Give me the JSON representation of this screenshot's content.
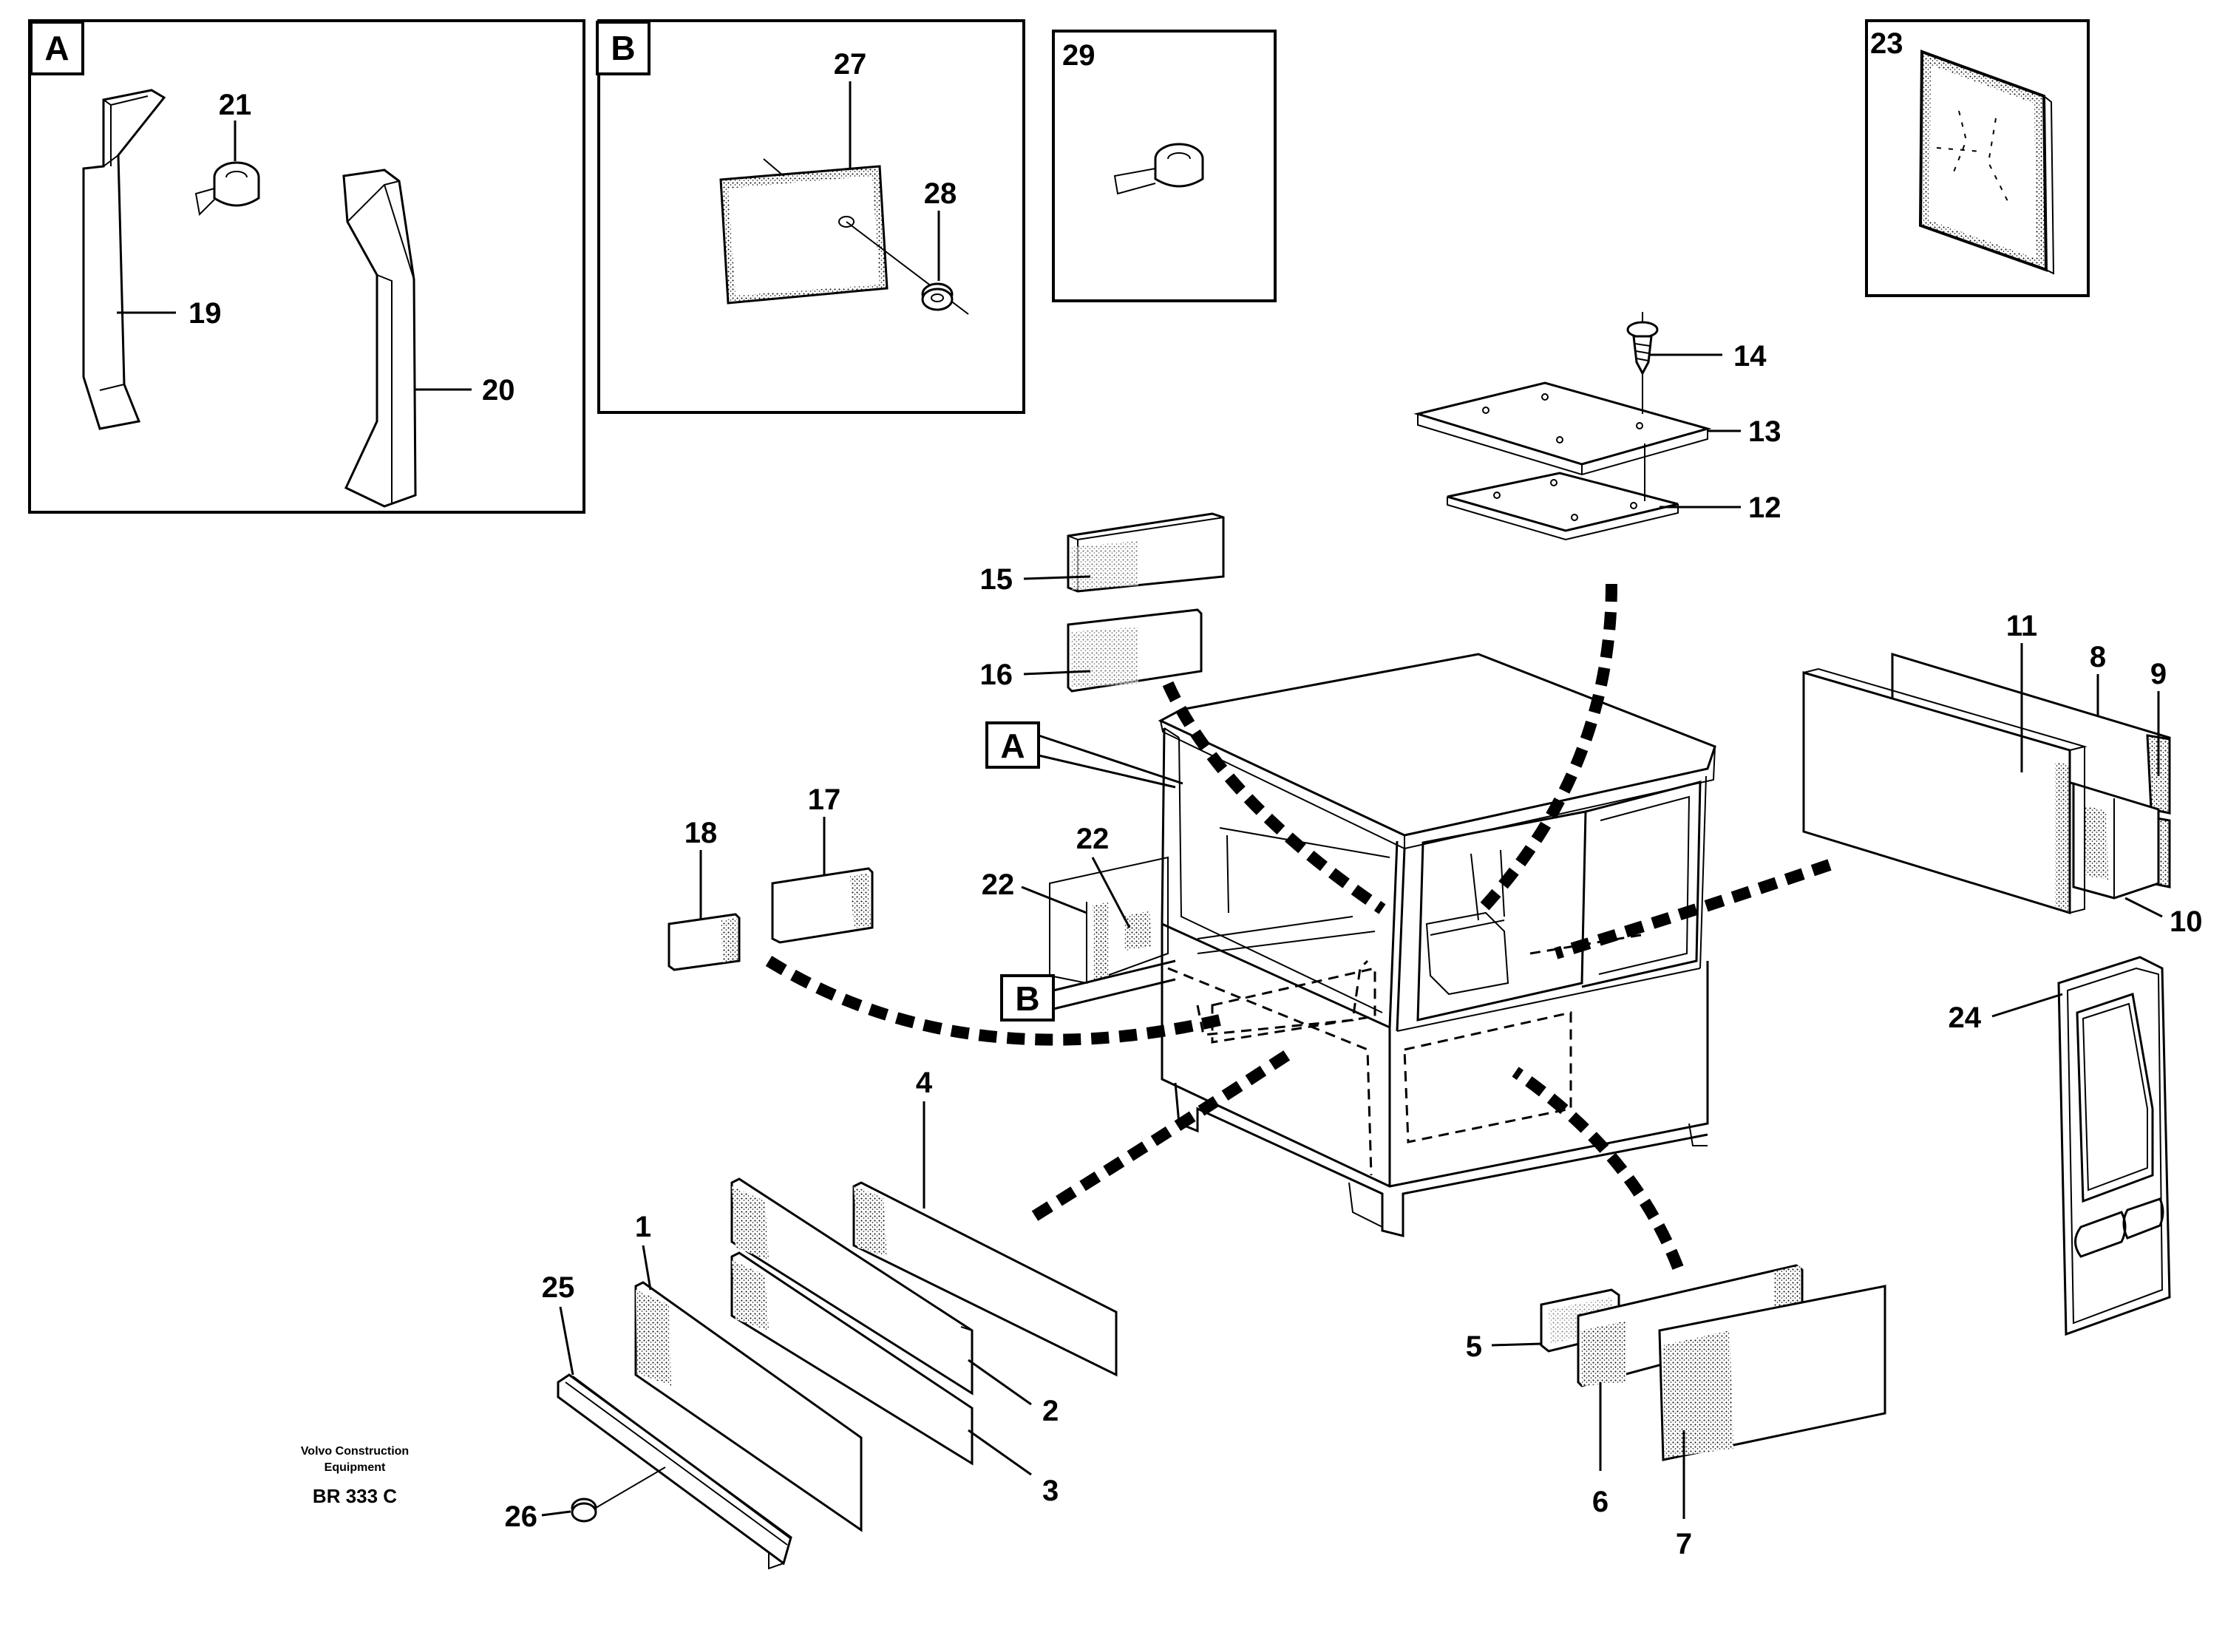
{
  "detail_boxes": {
    "a": {
      "label": "A"
    },
    "b": {
      "label": "B"
    },
    "c": {
      "label": "29"
    },
    "d": {
      "label": "23"
    }
  },
  "callouts": {
    "a_main": "A",
    "b_main": "B"
  },
  "parts": {
    "p1": "1",
    "p2": "2",
    "p3": "3",
    "p4": "4",
    "p5": "5",
    "p6": "6",
    "p7": "7",
    "p8": "8",
    "p9": "9",
    "p10": "10",
    "p11": "11",
    "p12": "12",
    "p13": "13",
    "p14": "14",
    "p15": "15",
    "p16": "16",
    "p17": "17",
    "p18": "18",
    "p19": "19",
    "p20": "20",
    "p21": "21",
    "p22a": "22",
    "p22b": "22",
    "p24": "24",
    "p25": "25",
    "p26": "26",
    "p27": "27",
    "p28": "28"
  },
  "footer": {
    "company": "Volvo Construction",
    "company2": "Equipment",
    "drawing_code": "BR 333 C"
  }
}
